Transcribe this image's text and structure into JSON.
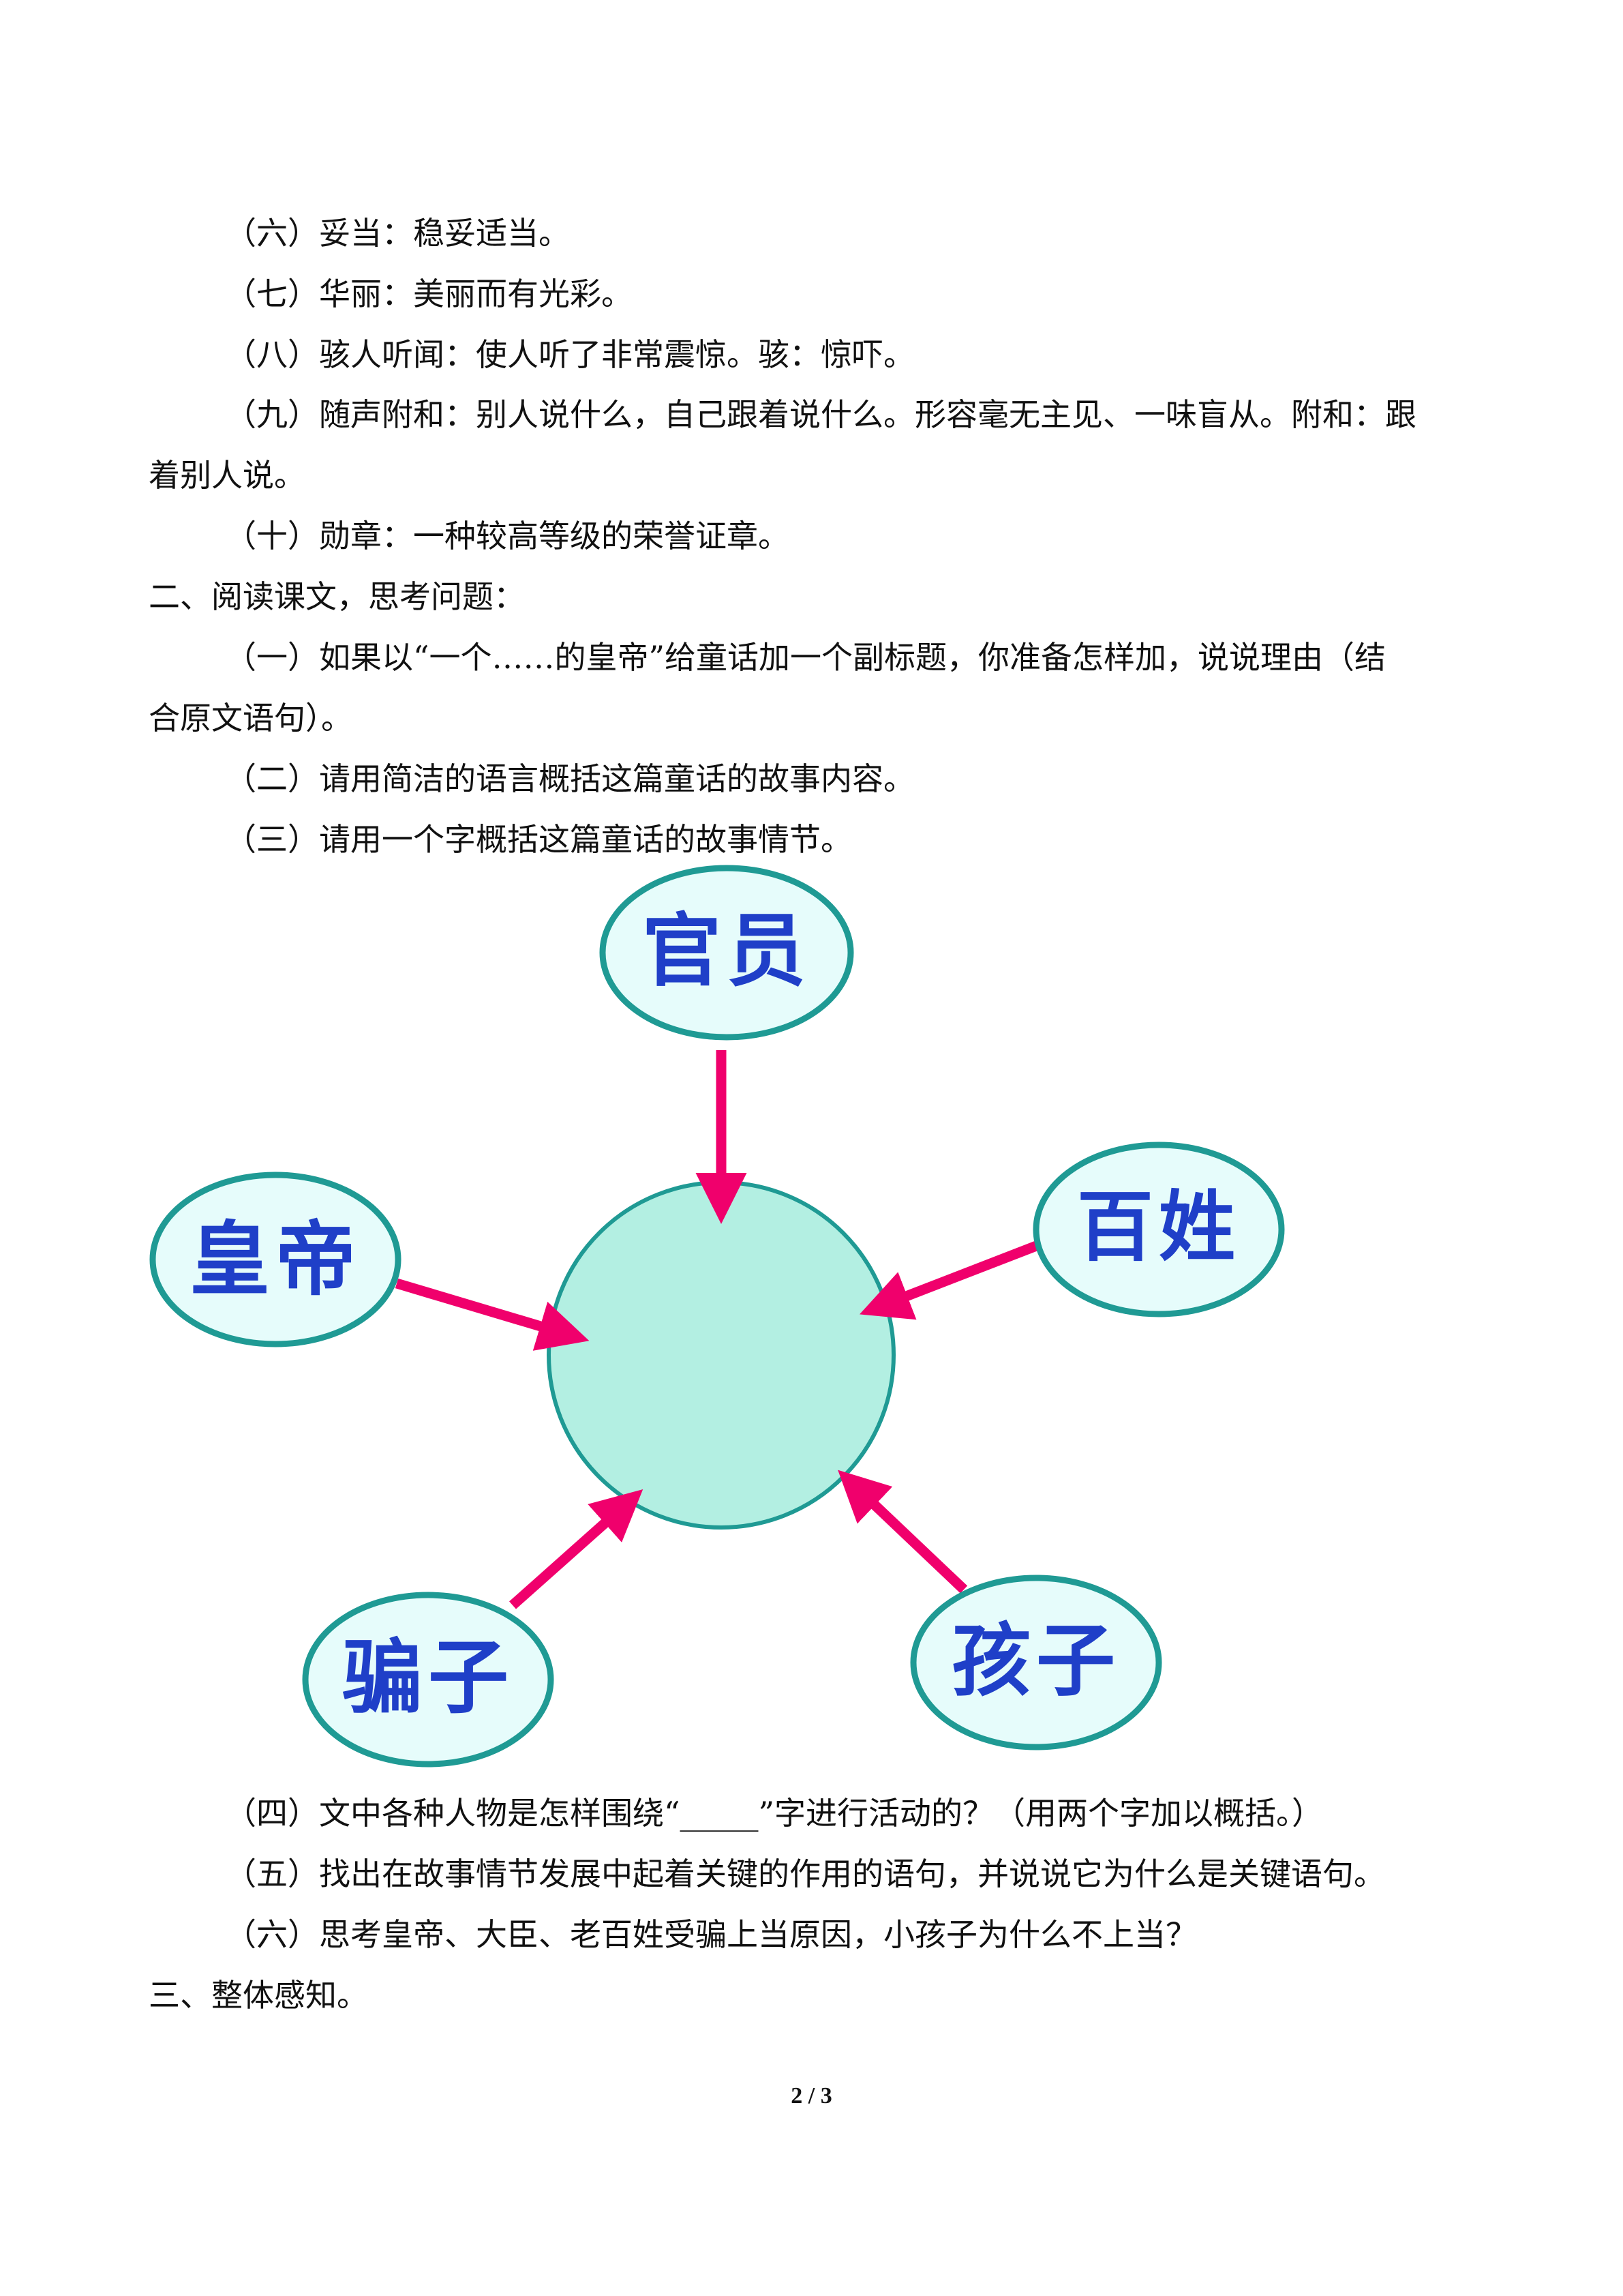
{
  "vocab": [
    "（六）妥当：稳妥适当。",
    "（七）华丽：美丽而有光彩。",
    "（八）骇人听闻：使人听了非常震惊。骇：惊吓。",
    "（九）随声附和：别人说什么，自己跟着说什么。形容毫无主见、一味盲从。附和：跟",
    "着别人说。",
    "（十）勋章：一种较高等级的荣誉证章。"
  ],
  "section2": {
    "title": "二、阅读课文，思考问题：",
    "q1_line1": "（一）如果以“一个……的皇帝”给童话加一个副标题，你准备怎样加，说说理由（结",
    "q1_line2": "合原文语句）。",
    "q2": "（二）请用简洁的语言概括这篇童话的故事内容。",
    "q3": "（三）请用一个字概括这篇童话的故事情节。"
  },
  "diagram": {
    "nodes": {
      "top": "官员",
      "left": "皇帝",
      "right": "百姓",
      "bottom_left": "骗子",
      "bottom_right": "孩子"
    },
    "colors": {
      "center_fill": "#b3efe2",
      "node_fill": "#e6fcfb",
      "stroke": "#1f9a94",
      "arrow": "#f0006c",
      "text": "#1f3fc8"
    }
  },
  "questions_after": [
    "（四）文中各种人物是怎样围绕“_____”字进行活动的？（用两个字加以概括。）",
    "（五）找出在故事情节发展中起着关键的作用的语句，并说说它为什么是关键语句。",
    "（六）思考皇帝、大臣、老百姓受骗上当原因，小孩子为什么不上当？"
  ],
  "section3": {
    "title": "三、整体感知。"
  },
  "footer": {
    "page": "2 / 3"
  }
}
